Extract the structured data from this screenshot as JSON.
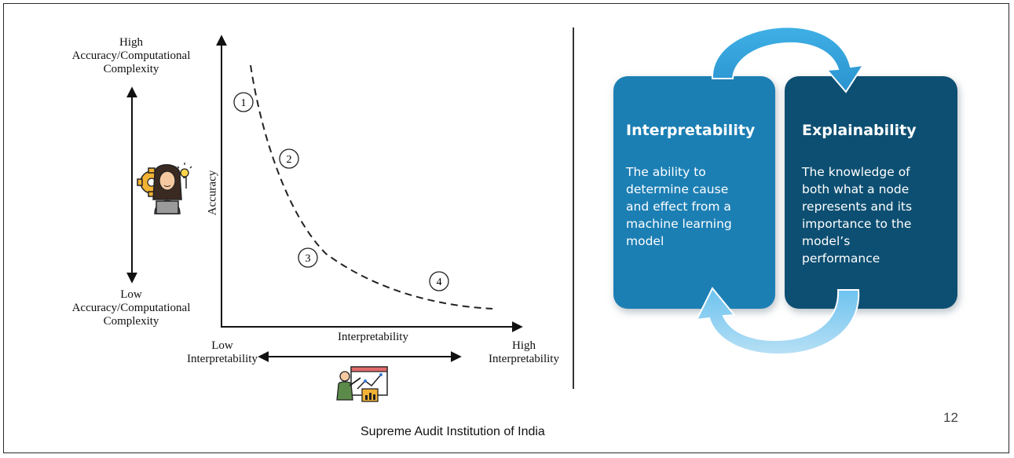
{
  "left_diagram": {
    "top_label": [
      "High",
      "Accuracy/Computational",
      "Complexity"
    ],
    "bottom_label": [
      "Low",
      "Accuracy/Computational",
      "Complexity"
    ],
    "y_axis_label": "Accuracy",
    "x_axis_label": "Interpretability",
    "x_low_label": [
      "Low",
      "Interpretability"
    ],
    "x_high_label": [
      "High",
      "Interpretability"
    ],
    "curve_points": [
      "1",
      "2",
      "3",
      "4"
    ],
    "person_icon": "woman-with-laptop-idea-icon",
    "presenter_icon": "presenter-with-chart-icon"
  },
  "right_diagram": {
    "interpretability": {
      "title": "Interpretability",
      "lines": [
        "The ability to",
        "determine cause",
        "and effect from a",
        "machine learning",
        "model"
      ],
      "color": "#1f7fb4"
    },
    "explainability": {
      "title": "Explainability",
      "lines": [
        "The knowledge of",
        "both what a node",
        "represents and its",
        "importance to the",
        "model’s",
        "performance"
      ],
      "color": "#0f4f72"
    },
    "arrow_color": "#36a8e0"
  },
  "page_number": "12",
  "footer": "Supreme Audit Institution of India"
}
